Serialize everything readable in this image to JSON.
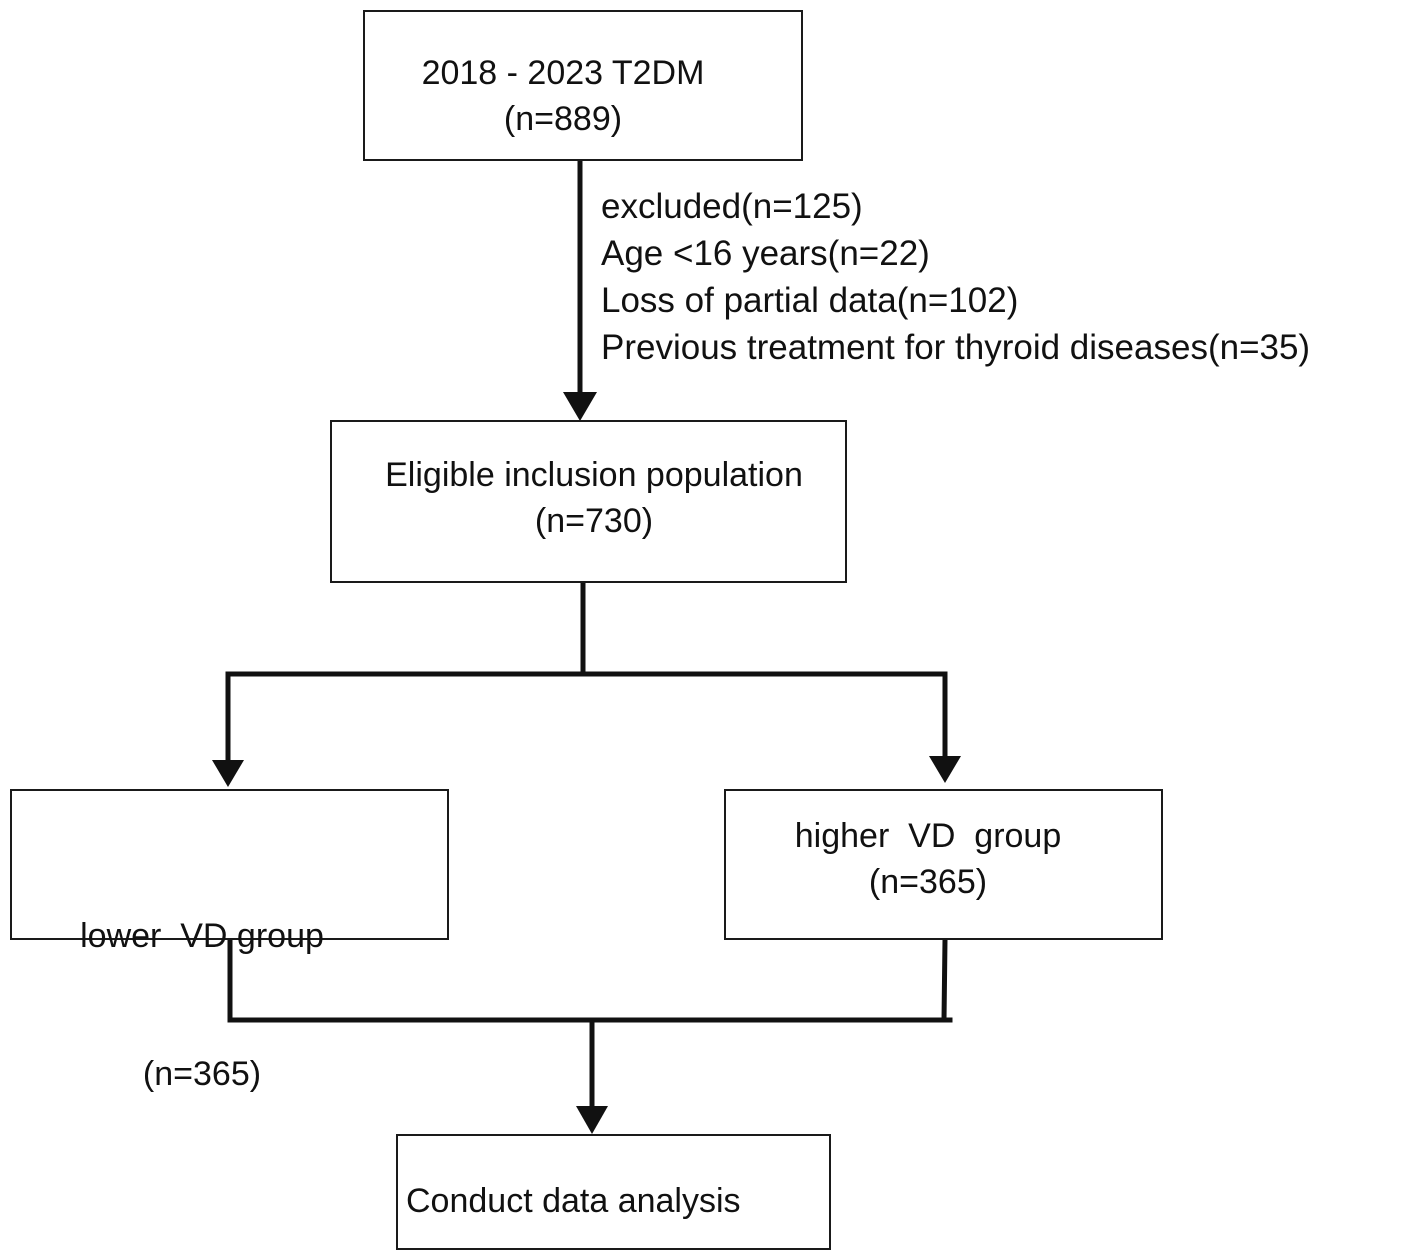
{
  "flowchart": {
    "source_box": {
      "title": "2018 - 2023 T2DM",
      "count": "(n=889)"
    },
    "exclusion": {
      "header": "excluded(n=125)",
      "reasons": [
        "Age <16 years(n=22)",
        "Loss of partial data(n=102)",
        "Previous treatment for thyroid diseases(n=35)"
      ]
    },
    "eligible_box": {
      "title": "Eligible inclusion population",
      "count": "(n=730)"
    },
    "lower_group_box": {
      "title": "lower  VD group",
      "count": "(n=365)"
    },
    "higher_group_box": {
      "title": "higher  VD  group",
      "count": "(n=365)"
    },
    "analysis_box": {
      "title": "Conduct data analysis"
    }
  },
  "colors": {
    "line": "#111111",
    "border": "#1a1a1a",
    "text": "#111111",
    "background": "#ffffff"
  }
}
